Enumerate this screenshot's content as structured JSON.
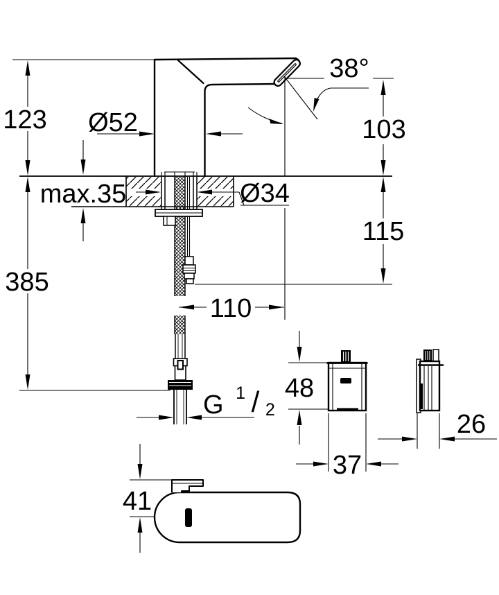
{
  "page": {
    "background": "#ffffff",
    "line_color": "#000000"
  },
  "main_view": {
    "dimensions": {
      "height_above_deck": "123",
      "base_diameter": "Ø52",
      "spray_angle": "38°",
      "spout_outlet_height": "103",
      "max_deck_thickness": "max.35",
      "mounting_hole_diameter": "Ø34",
      "connector_drop_below_deck": "115",
      "hose_length_below_deck": "385",
      "spout_projection": "110",
      "thread_letter": "G",
      "thread_numerator": "1",
      "thread_slash": "/",
      "thread_denominator": "2"
    }
  },
  "control_box_front_view": {
    "dimensions": {
      "height": "48",
      "width": "37"
    },
    "logo": "grohe-logo"
  },
  "control_box_side_view": {
    "dimensions": {
      "depth": "26"
    }
  },
  "top_view": {
    "dimensions": {
      "spout_offset": "41"
    },
    "logo": "grohe-logo"
  }
}
